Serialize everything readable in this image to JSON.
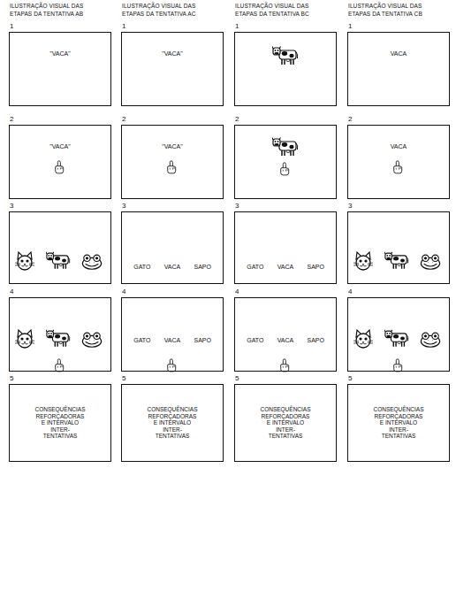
{
  "diagram": {
    "nodes": [
      {
        "text": [
          "1",
          "\"VACA\""
        ]
      },
      {
        "text": [
          "2",
          "\"VACA\""
        ]
      },
      {
        "text": [
          "3"
        ]
      },
      {
        "text": [
          "4"
        ]
      },
      {
        "text": [
          "5",
          "CONSEQUÊNCIAS REFORÇADORAS E INTERVALO INTER-TENTATIVAS"
        ]
      },
      {
        "text": [
          "1",
          "\"VACA\""
        ]
      },
      {
        "text": [
          "2",
          "\"VACA\""
        ]
      },
      {
        "text": [
          "3",
          "GATO",
          "VACA",
          "SAPO"
        ]
      },
      {
        "text": [
          "4",
          "GATO",
          "VACA",
          "SAPO"
        ]
      },
      {
        "text": [
          "5",
          "CONSEQUÊNCIAS REFORÇADORAS E INTERVALO INTER-TENTATIVAS"
        ]
      },
      {
        "text": [
          "1"
        ]
      },
      {
        "text": [
          "2"
        ]
      },
      {
        "text": [
          "3",
          "GATO",
          "VACA",
          "SAPO"
        ]
      },
      {
        "text": [
          "4",
          "GATO",
          "VACA",
          "SAPO"
        ]
      },
      {
        "text": [
          "5",
          "CONSEQUÊNCIAS REFORÇADORAS E INTERVALO INTER-TENTATIVAS"
        ]
      },
      {
        "text": [
          "1",
          "VACA"
        ]
      },
      {
        "text": [
          "2",
          "VACA"
        ]
      },
      {
        "text": [
          "3"
        ]
      },
      {
        "text": [
          "4"
        ]
      },
      {
        "text": [
          "5",
          "CONSEQUÊNCIAS REFORÇADORAS E INTERVALO INTER-TENTATIVAS"
        ]
      }
    ],
    "labels": [
      "ILUSTRAÇÃO VISUAL DAS ETAPAS DA TENTATIVA AB",
      "ILUSTRAÇÃO VISUAL DAS ETAPAS DA TENTATIVA AC",
      "ILUSTRAÇÃO VISUAL DAS ETAPAS DA TENTATIVA BC",
      "ILUSTRAÇÃO VISUAL DAS ETAPAS DA TENTATIVA CB"
    ]
  }
}
